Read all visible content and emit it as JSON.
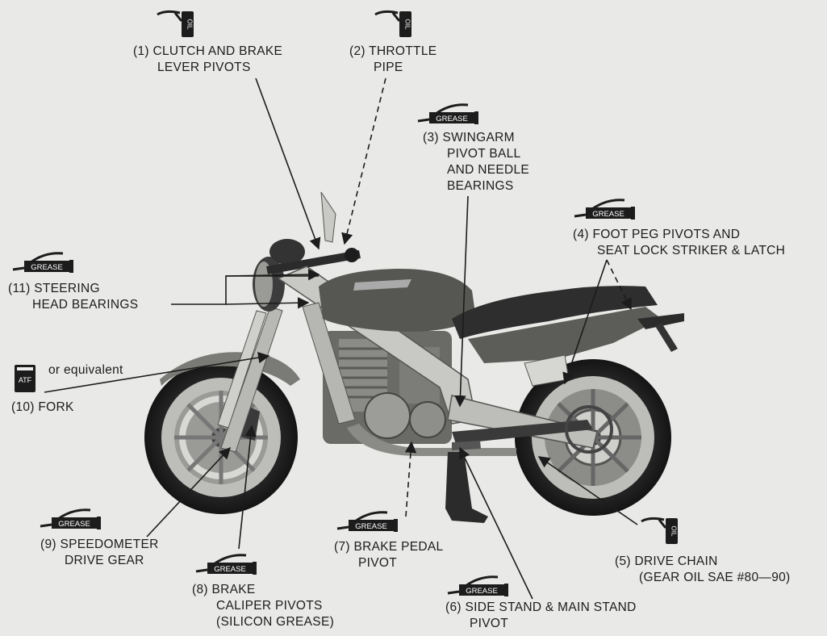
{
  "icons": {
    "oil": "OIL",
    "grease": "GREASE",
    "atf": "ATF"
  },
  "labels": {
    "l1": [
      "(1) CLUTCH AND BRAKE",
      "LEVER PIVOTS"
    ],
    "l2": [
      "(2) THROTTLE",
      "PIPE"
    ],
    "l3": [
      "(3) SWINGARM",
      "PIVOT BALL",
      "AND NEEDLE",
      "BEARINGS"
    ],
    "l4": [
      "(4) FOOT PEG PIVOTS AND",
      "SEAT LOCK STRIKER & LATCH"
    ],
    "l5": [
      "(5) DRIVE CHAIN",
      "(GEAR OIL SAE #80—90)"
    ],
    "l6": [
      "(6) SIDE STAND & MAIN STAND",
      "PIVOT"
    ],
    "l7": [
      "(7) BRAKE PEDAL",
      "PIVOT"
    ],
    "l8": [
      "(8) BRAKE",
      "CALIPER PIVOTS",
      "(SILICON GREASE)"
    ],
    "l9": [
      "(9) SPEEDOMETER",
      "DRIVE GEAR"
    ],
    "l10": [
      "(10) FORK"
    ],
    "l10_note": "or equivalent",
    "l11": [
      "(11) STEERING",
      "HEAD BEARINGS"
    ]
  }
}
